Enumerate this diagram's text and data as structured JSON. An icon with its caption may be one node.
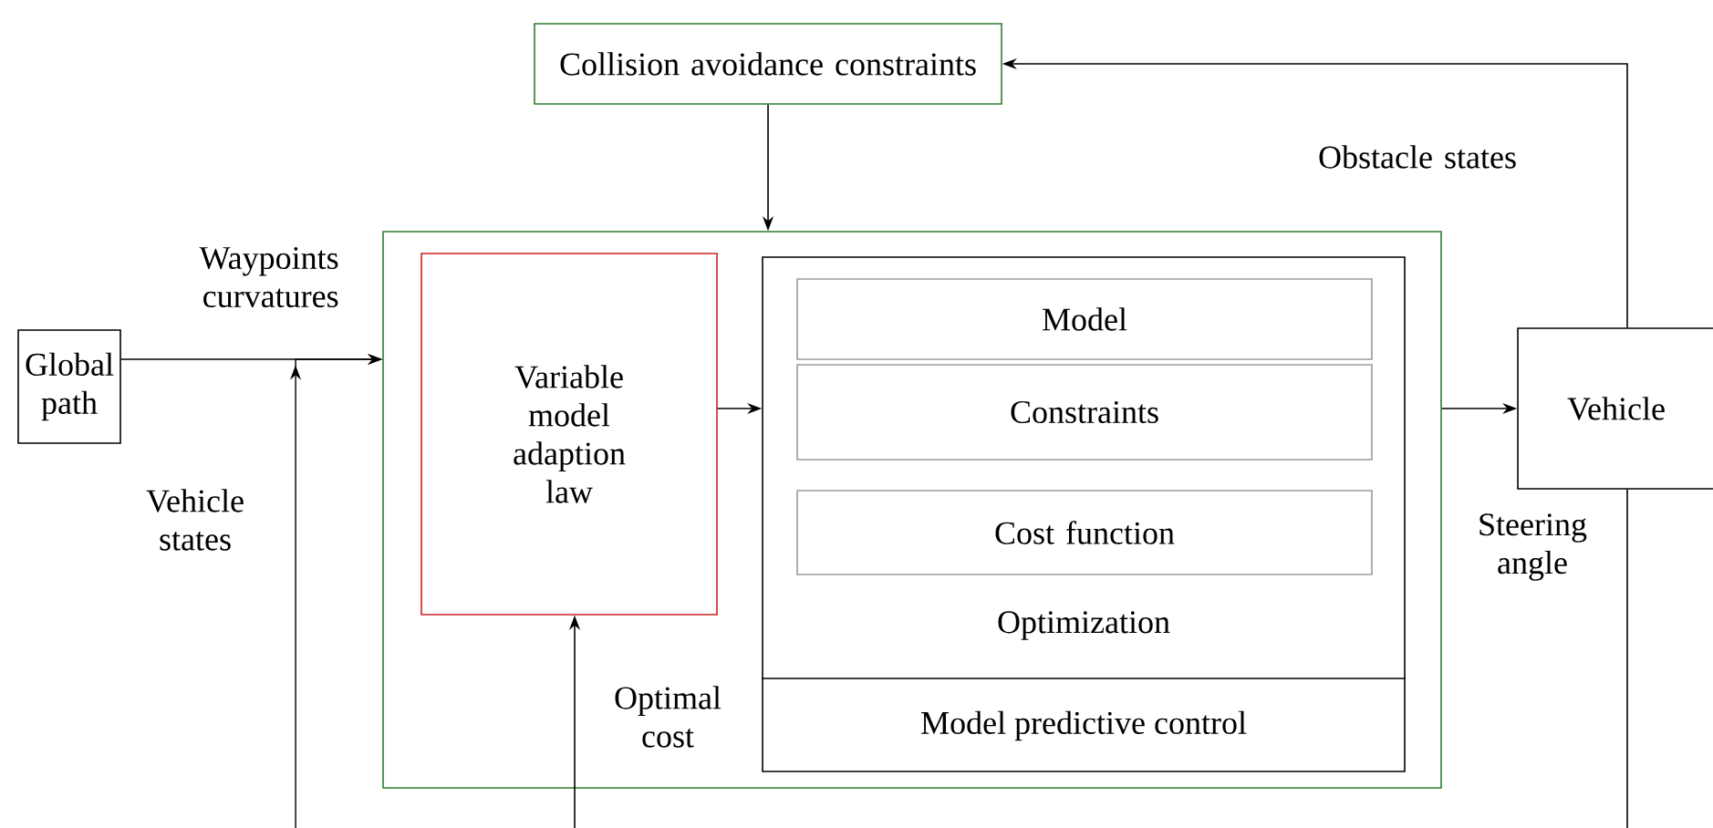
{
  "diagram": {
    "nodes": [
      {
        "text": [
          "Global path"
        ]
      },
      {
        "text": [
          "Collision avoidance constraints"
        ]
      },
      {
        "text": [],
        "shape": "box"
      },
      {
        "text": [
          "Variable model adaption law"
        ],
        "in": 2
      },
      {
        "text": [
          "Optimization",
          "Model predictive control"
        ],
        "in": 2
      },
      {
        "text": [
          "Model"
        ],
        "in": 4
      },
      {
        "text": [
          "Constraints"
        ],
        "in": 4
      },
      {
        "text": [
          "Cost function"
        ],
        "in": 4
      },
      {
        "text": [
          "Vehicle"
        ]
      }
    ],
    "edges": [
      {
        "from": 0,
        "to": 2,
        "arrow": "to",
        "label": "Waypoints curvatures"
      },
      {
        "from": null,
        "to": 2,
        "arrow": "to",
        "label": "Vehicle states"
      },
      {
        "from": 1,
        "to": 2,
        "arrow": "to"
      },
      {
        "from": 3,
        "to": 4,
        "arrow": "to"
      },
      {
        "from": null,
        "to": 3,
        "arrow": "to",
        "label": "Optimal cost"
      },
      {
        "from": 2,
        "to": 8,
        "arrow": "to",
        "label": "Steering angle"
      },
      {
        "from": 8,
        "to": 1,
        "arrow": "to",
        "label": "Obstacle states"
      },
      {
        "from": 8,
        "to": null,
        "arrow": "none"
      }
    ]
  }
}
